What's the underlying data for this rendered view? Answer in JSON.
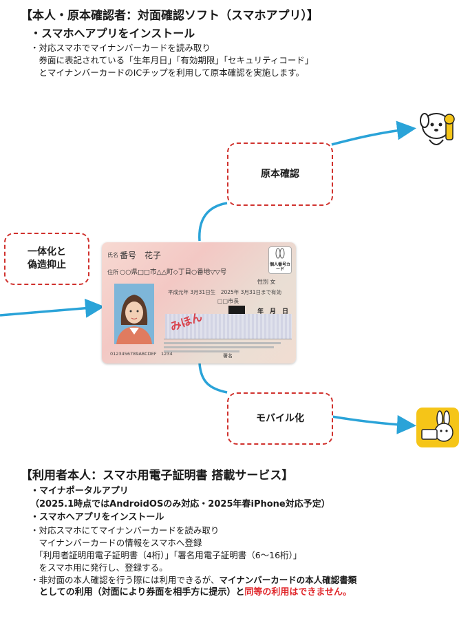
{
  "top": {
    "title": "【本人・原本確認者：対面確認ソフト（スマホアプリ）】",
    "subtitle": "・スマホへアプリをインストール",
    "lines": [
      "・対応スマホでマイナンバーカードを読み取り",
      "　券面に表記されている「生年月日」「有効期限」「セキュリティコード」",
      "　とマイナンバーカードのICチップを利用して原本確認を実施します。"
    ]
  },
  "diagram": {
    "box_verify": "原本確認",
    "box_integrate_l1": "一体化と",
    "box_integrate_l2": "偽造抑止",
    "box_mobile": "モバイル化",
    "colors": {
      "arrow": "#2aa3d8",
      "dash": "#d0312d",
      "mascot_yellow": "#f5c518"
    }
  },
  "card": {
    "name_label": "氏名",
    "name": "番号　花子",
    "address_label": "住所",
    "address": "○○県□□市△△町◇丁目○番地▽▽号",
    "badge": "個人番号カード",
    "birth": "平成元年 3月31日生　2025年 3月31日まで有効",
    "city": "□□市長",
    "sex": "性別 女",
    "sample_stamp": "みほん",
    "date_header": "年　月　日",
    "serial": "0123456789ABCDEF　1234",
    "sign_label": "署名"
  },
  "bottom": {
    "title": "【利用者本人：スマホ用電子証明書 搭載サービス】",
    "b1": "・マイナポータルアプリ",
    "b2": "（2025.1時点ではAndroidOSのみ対応・2025年春iPhone対応予定）",
    "b3": "・スマホへアプリをインストール",
    "l1": "・対応スマホにてマイナンバーカードを読み取り",
    "l2": "　マイナンバーカードの情報をスマホへ登録",
    "l3": "　「利用者証明用電子証明書（4桁）」「署名用電子証明書（6～16桁）」",
    "l4": "　をスマホ用に発行し、登録する。",
    "l5_a": "・非対面の本人確認を行う際には利用できるが、",
    "l5_b": "マイナンバーカードの本人確認書類",
    "l6_a": "　としての利用（対面により券面を相手方に提示）と",
    "l6_b": "同等の利用はできません。"
  }
}
